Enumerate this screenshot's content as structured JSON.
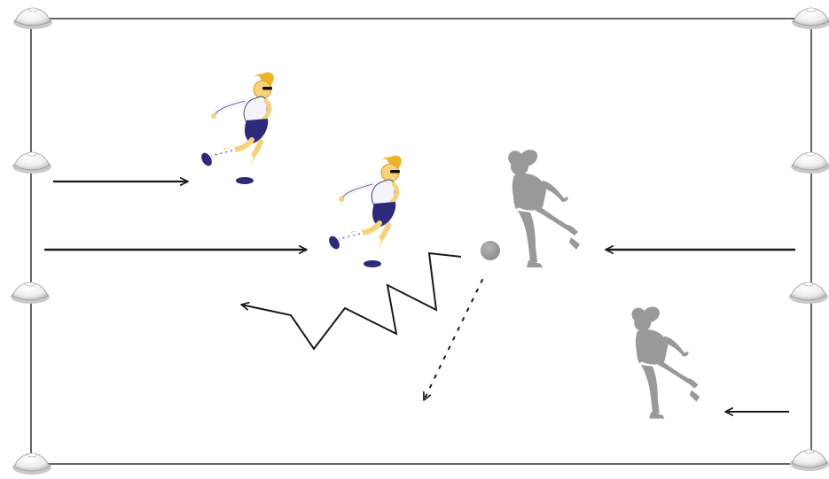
{
  "diagram": {
    "kind": "soccer-drill",
    "colors": {
      "background": "#ffffff",
      "field_line": "#333333",
      "cone_body": "#f2f2f2",
      "cone_shade": "#b8b8b8",
      "arrow": "#1a1a1a",
      "attacker_shirt": "#f4f4fa",
      "attacker_shorts": "#2e2a7a",
      "attacker_hair": "#f0b429",
      "attacker_socks": "#ffffff",
      "defender_silhouette": "#999999",
      "ball": "#9a9a9a"
    },
    "icons": {
      "cone": "marker-cone-icon",
      "attacker": "attacking-player-icon",
      "defender": "defending-player-icon",
      "ball": "soccer-ball-icon"
    },
    "elements": {
      "cones": 8,
      "attacking_players": 2,
      "defending_players": 2,
      "balls": 1,
      "run_arrows": 4,
      "dribble_paths": 1,
      "pass_paths": 1
    }
  }
}
